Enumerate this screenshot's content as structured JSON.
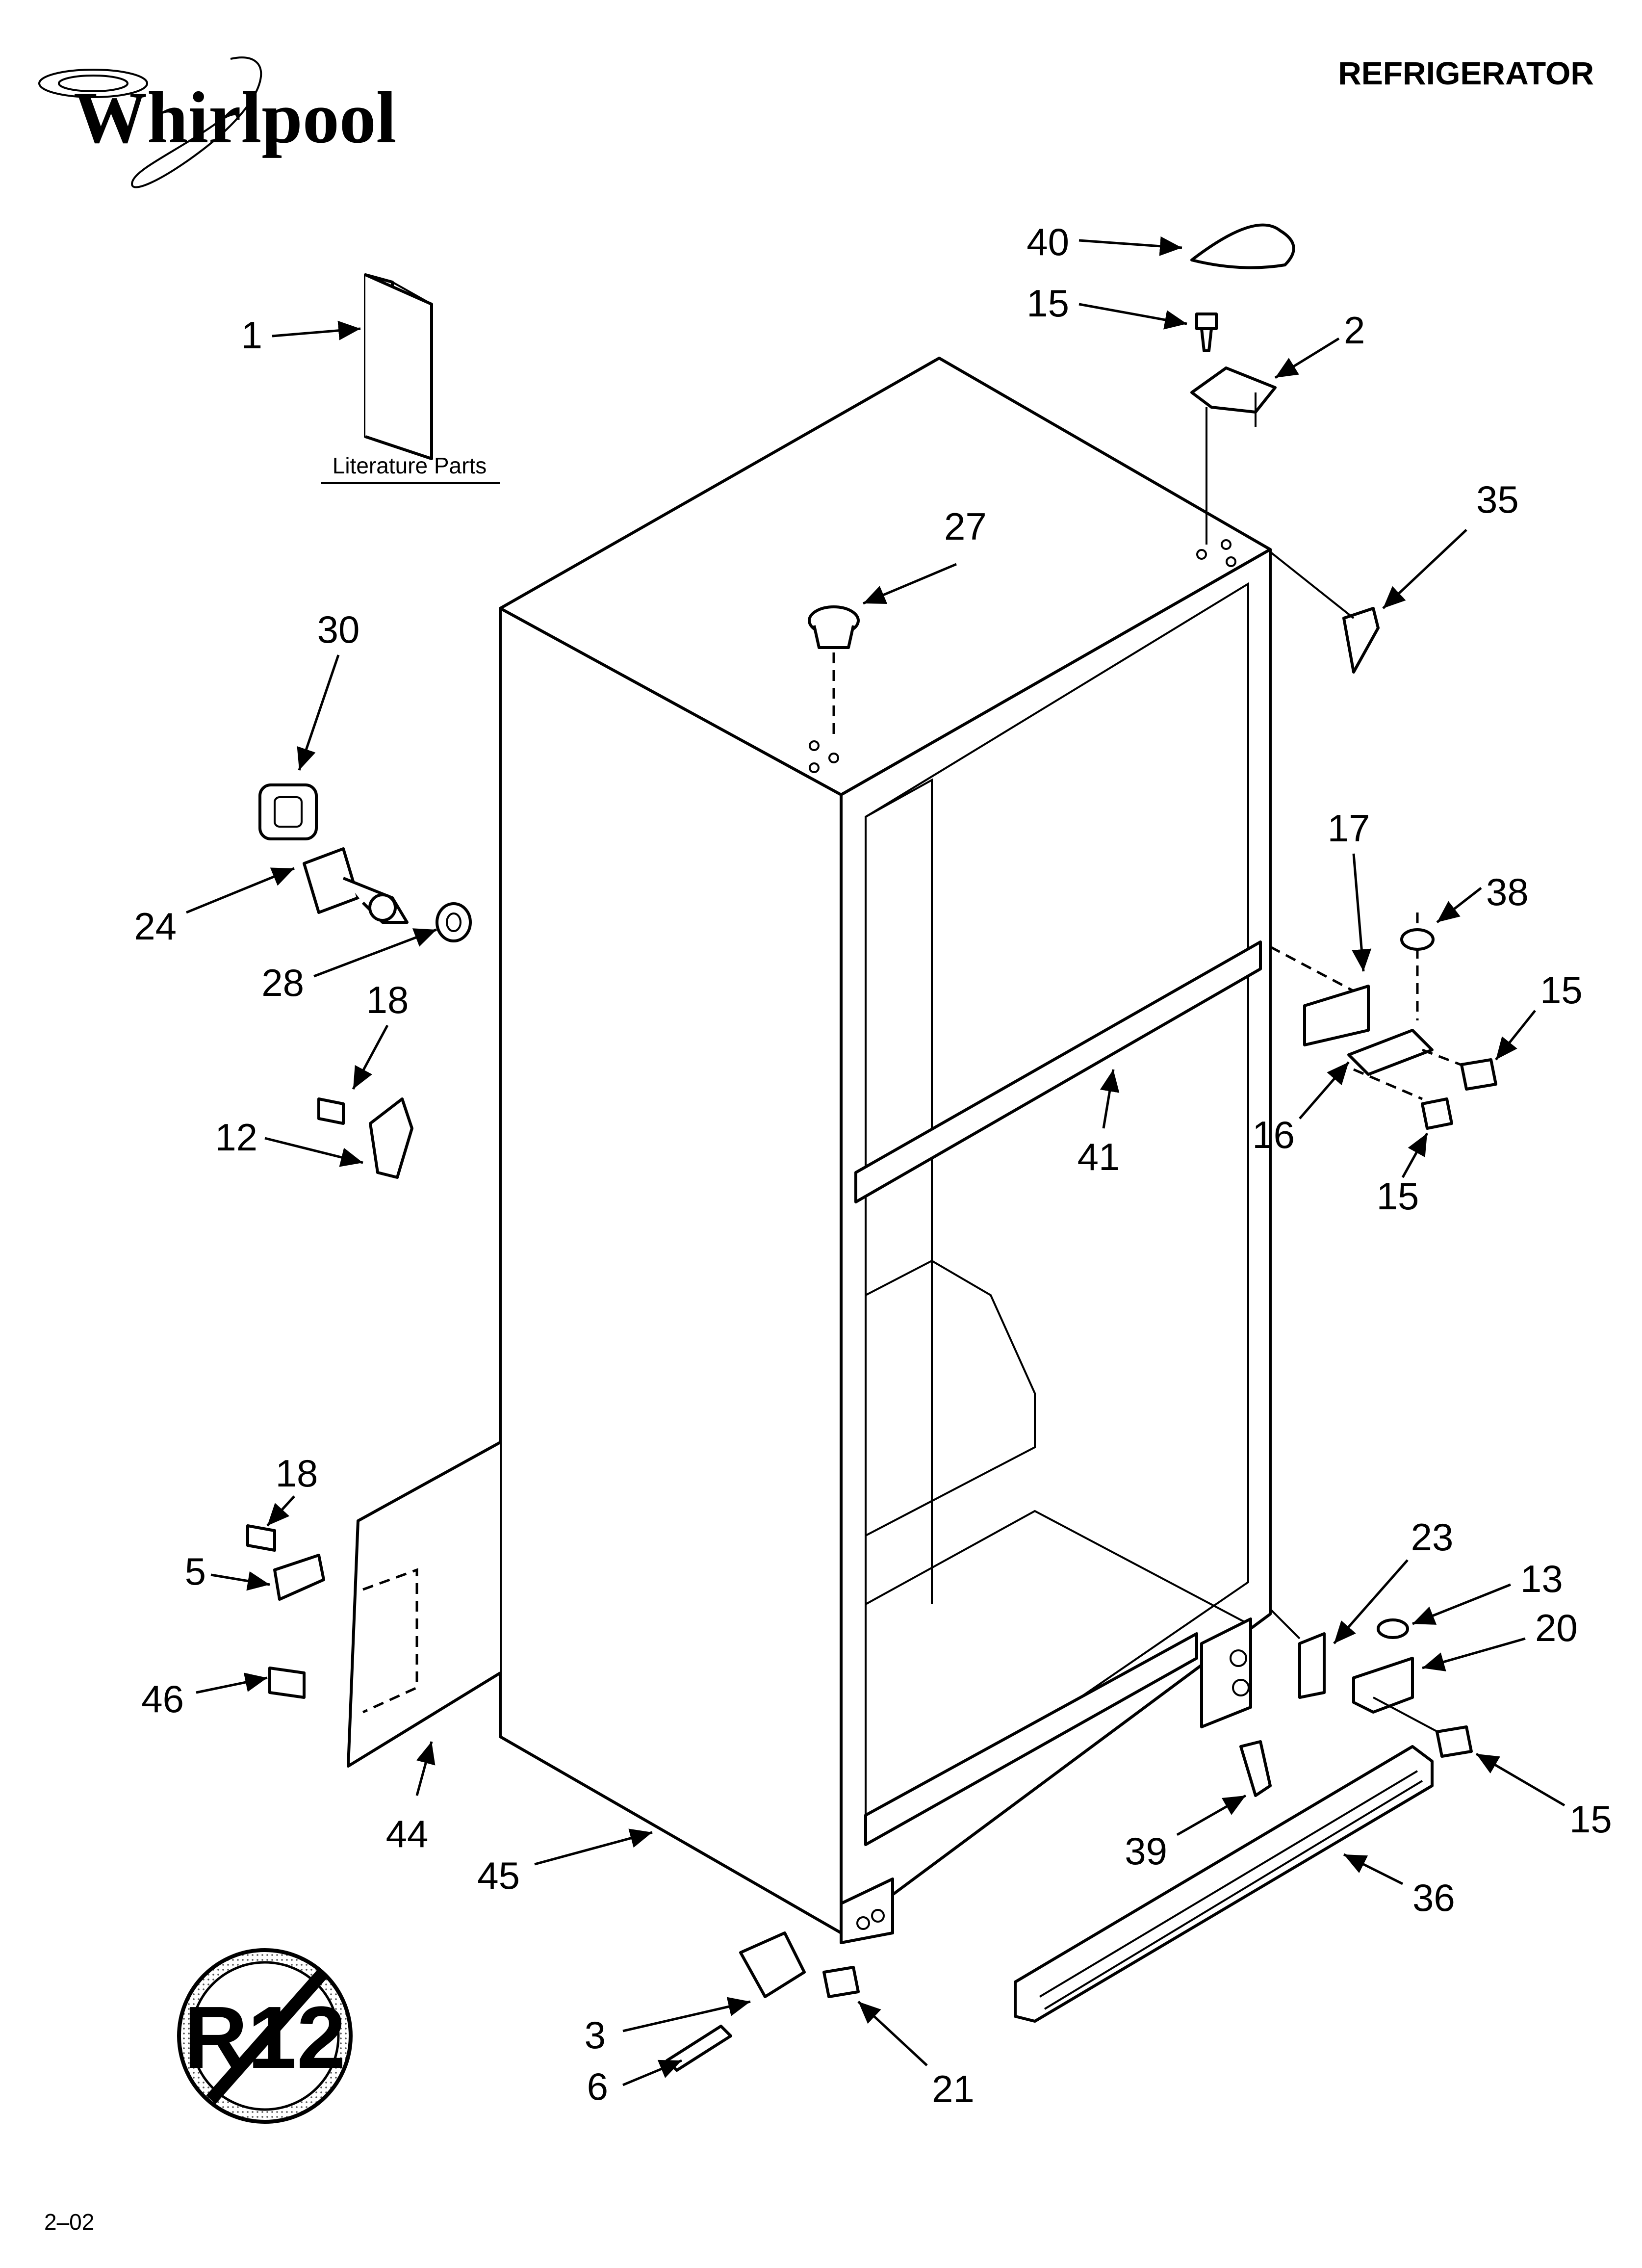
{
  "header": {
    "brand": "Whirlpool",
    "title": "REFRIGERATOR",
    "code": "2–02"
  },
  "literature_label": "Literature Parts",
  "stamp_text": "R12",
  "callouts": [
    {
      "id": "c40",
      "label": "40"
    },
    {
      "id": "c15a",
      "label": "15"
    },
    {
      "id": "c2",
      "label": "2"
    },
    {
      "id": "c1",
      "label": "1"
    },
    {
      "id": "c35",
      "label": "35"
    },
    {
      "id": "c27",
      "label": "27"
    },
    {
      "id": "c30",
      "label": "30"
    },
    {
      "id": "c24",
      "label": "24"
    },
    {
      "id": "c28",
      "label": "28"
    },
    {
      "id": "c18a",
      "label": "18"
    },
    {
      "id": "c12",
      "label": "12"
    },
    {
      "id": "c17",
      "label": "17"
    },
    {
      "id": "c38",
      "label": "38"
    },
    {
      "id": "c15b",
      "label": "15"
    },
    {
      "id": "c16",
      "label": "16"
    },
    {
      "id": "c15c",
      "label": "15"
    },
    {
      "id": "c41",
      "label": "41"
    },
    {
      "id": "c18b",
      "label": "18"
    },
    {
      "id": "c5",
      "label": "5"
    },
    {
      "id": "c46",
      "label": "46"
    },
    {
      "id": "c44",
      "label": "44"
    },
    {
      "id": "c45",
      "label": "45"
    },
    {
      "id": "c23",
      "label": "23"
    },
    {
      "id": "c13",
      "label": "13"
    },
    {
      "id": "c20",
      "label": "20"
    },
    {
      "id": "c15d",
      "label": "15"
    },
    {
      "id": "c39",
      "label": "39"
    },
    {
      "id": "c36",
      "label": "36"
    },
    {
      "id": "c3",
      "label": "3"
    },
    {
      "id": "c6",
      "label": "6"
    },
    {
      "id": "c21",
      "label": "21"
    }
  ]
}
